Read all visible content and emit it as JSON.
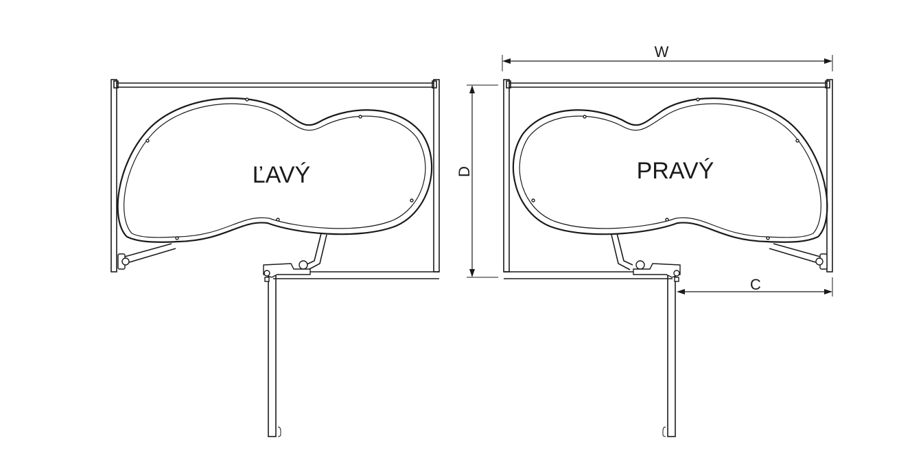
{
  "variants": {
    "left": {
      "label": "ĽAVÝ"
    },
    "right": {
      "label": "PRAVÝ"
    }
  },
  "dimensions": {
    "width": "W",
    "depth": "D",
    "clearance": "C"
  },
  "colors": {
    "line": "#1a1a1a",
    "background": "#ffffff"
  }
}
